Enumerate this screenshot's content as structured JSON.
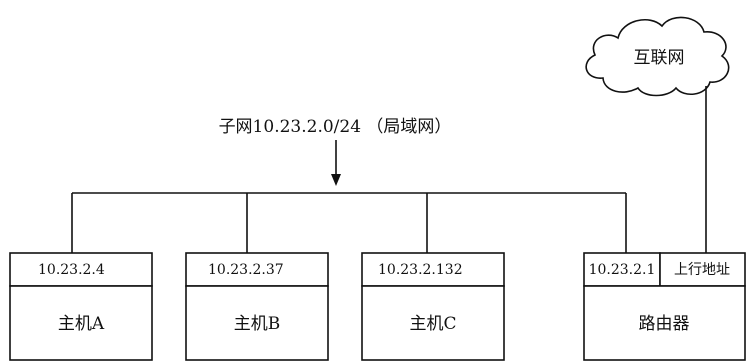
{
  "subnet_label": "子网10.23.2.0/24 （局域网）",
  "cloud_label": "互联网",
  "hosts": [
    {
      "address": "10.23.2.4",
      "name": "主机A"
    },
    {
      "address": "10.23.2.37",
      "name": "主机B"
    },
    {
      "address": "10.23.2.132",
      "name": "主机C"
    }
  ],
  "router": {
    "address": "10.23.2.1",
    "uplink_label": "上行地址",
    "name": "路由器"
  },
  "colors": {
    "stroke": "#111111",
    "background": "#ffffff"
  }
}
